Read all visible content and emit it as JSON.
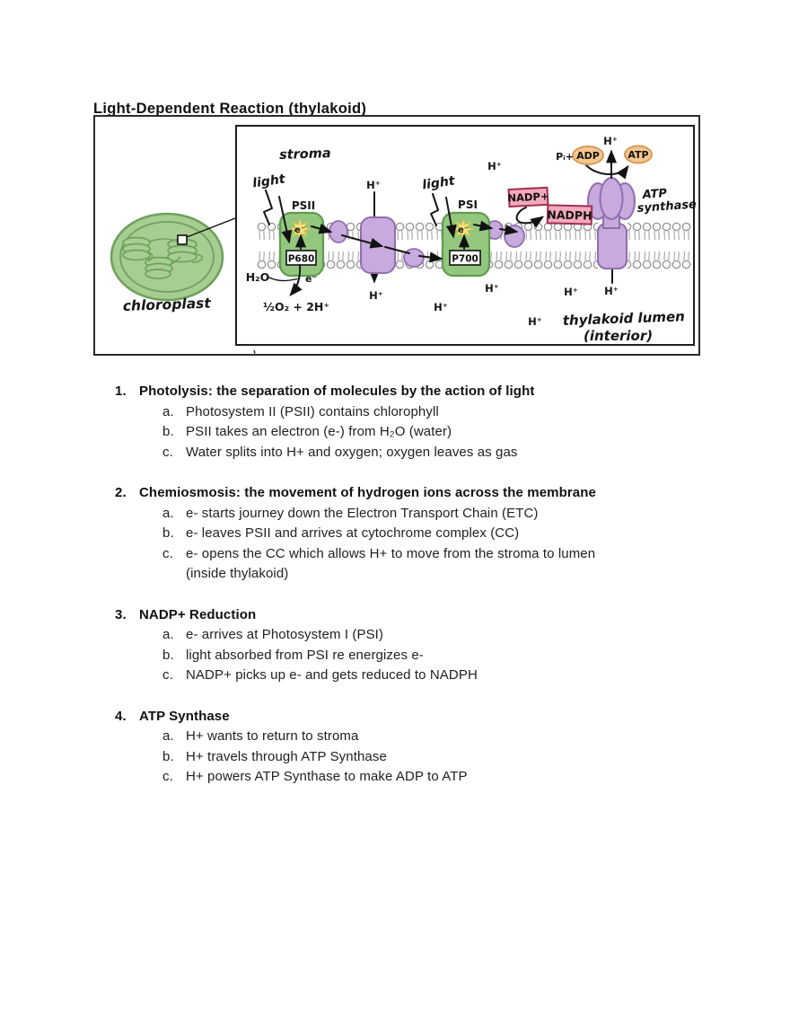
{
  "page": {
    "title": "Light-Dependent Reaction (thylakoid)"
  },
  "diagram": {
    "labels": {
      "stroma": "stroma",
      "light": "light",
      "psii": "PSII",
      "psi": "PSI",
      "p680": "P680",
      "p700": "P700",
      "electron": "e⁻",
      "h2o": "H₂O",
      "water_split": "½O₂ + 2H⁺",
      "h_plus": "H⁺",
      "pi_plus": "Pᵢ+",
      "adp": "ADP",
      "atp": "ATP",
      "nadp_plus": "NADP+",
      "nadph": "NADPH",
      "atp_synthase_line1": "ATP",
      "atp_synthase_line2": "synthase",
      "lumen_line1": "thylakoid lumen",
      "lumen_line2": "(interior)",
      "chloroplast": "chloroplast"
    },
    "colors": {
      "chloroplast_green": "#a8cd92",
      "chloroplast_outline": "#6da25b",
      "photosystem_green": "#93c77f",
      "photosystem_outline": "#5f9b4e",
      "protein_purple": "#c7aade",
      "protein_outline": "#8f6fae",
      "star_yellow": "#f6e57f",
      "nucleotide_orange": "#f6c68e",
      "nucleotide_outline": "#d59a55",
      "nadp_pink": "#f5a9bd",
      "nadp_outline": "#9e3050",
      "lipid_outline": "#8e8e8e"
    }
  },
  "notes": {
    "sections": [
      {
        "num": "1.",
        "title": "Photolysis: the separation of molecules by the action of light",
        "items": [
          {
            "letter": "a.",
            "text": "Photosystem II (PSII) contains chlorophyll"
          },
          {
            "letter": "b.",
            "text": "PSII takes an electron (e-) from H₂O (water)"
          },
          {
            "letter": "c.",
            "text": "Water splits into H+ and oxygen; oxygen leaves as gas"
          }
        ]
      },
      {
        "num": "2.",
        "title": "Chemiosmosis: the movement of hydrogen ions across the membrane",
        "items": [
          {
            "letter": "a.",
            "text": "e- starts journey down the Electron Transport Chain (ETC)"
          },
          {
            "letter": "b.",
            "text": "e- leaves PSII and arrives at cytochrome complex (CC)"
          },
          {
            "letter": "c.",
            "text": "e- opens the CC which allows H+ to move from the stroma to lumen",
            "text2": "(inside thylakoid)"
          }
        ]
      },
      {
        "num": "3.",
        "title": "NADP+ Reduction",
        "items": [
          {
            "letter": "a.",
            "text": "e- arrives at Photosystem I (PSI)"
          },
          {
            "letter": "b.",
            "text": "light absorbed from PSI re energizes e-"
          },
          {
            "letter": "c.",
            "text": "NADP+ picks up e- and gets reduced to NADPH"
          }
        ]
      },
      {
        "num": "4.",
        "title": "ATP Synthase",
        "items": [
          {
            "letter": "a.",
            "text": "H+ wants to return to stroma"
          },
          {
            "letter": "b.",
            "text": "H+ travels through ATP Synthase"
          },
          {
            "letter": "c.",
            "text": "H+ powers ATP Synthase to make ADP to ATP"
          }
        ]
      }
    ]
  }
}
